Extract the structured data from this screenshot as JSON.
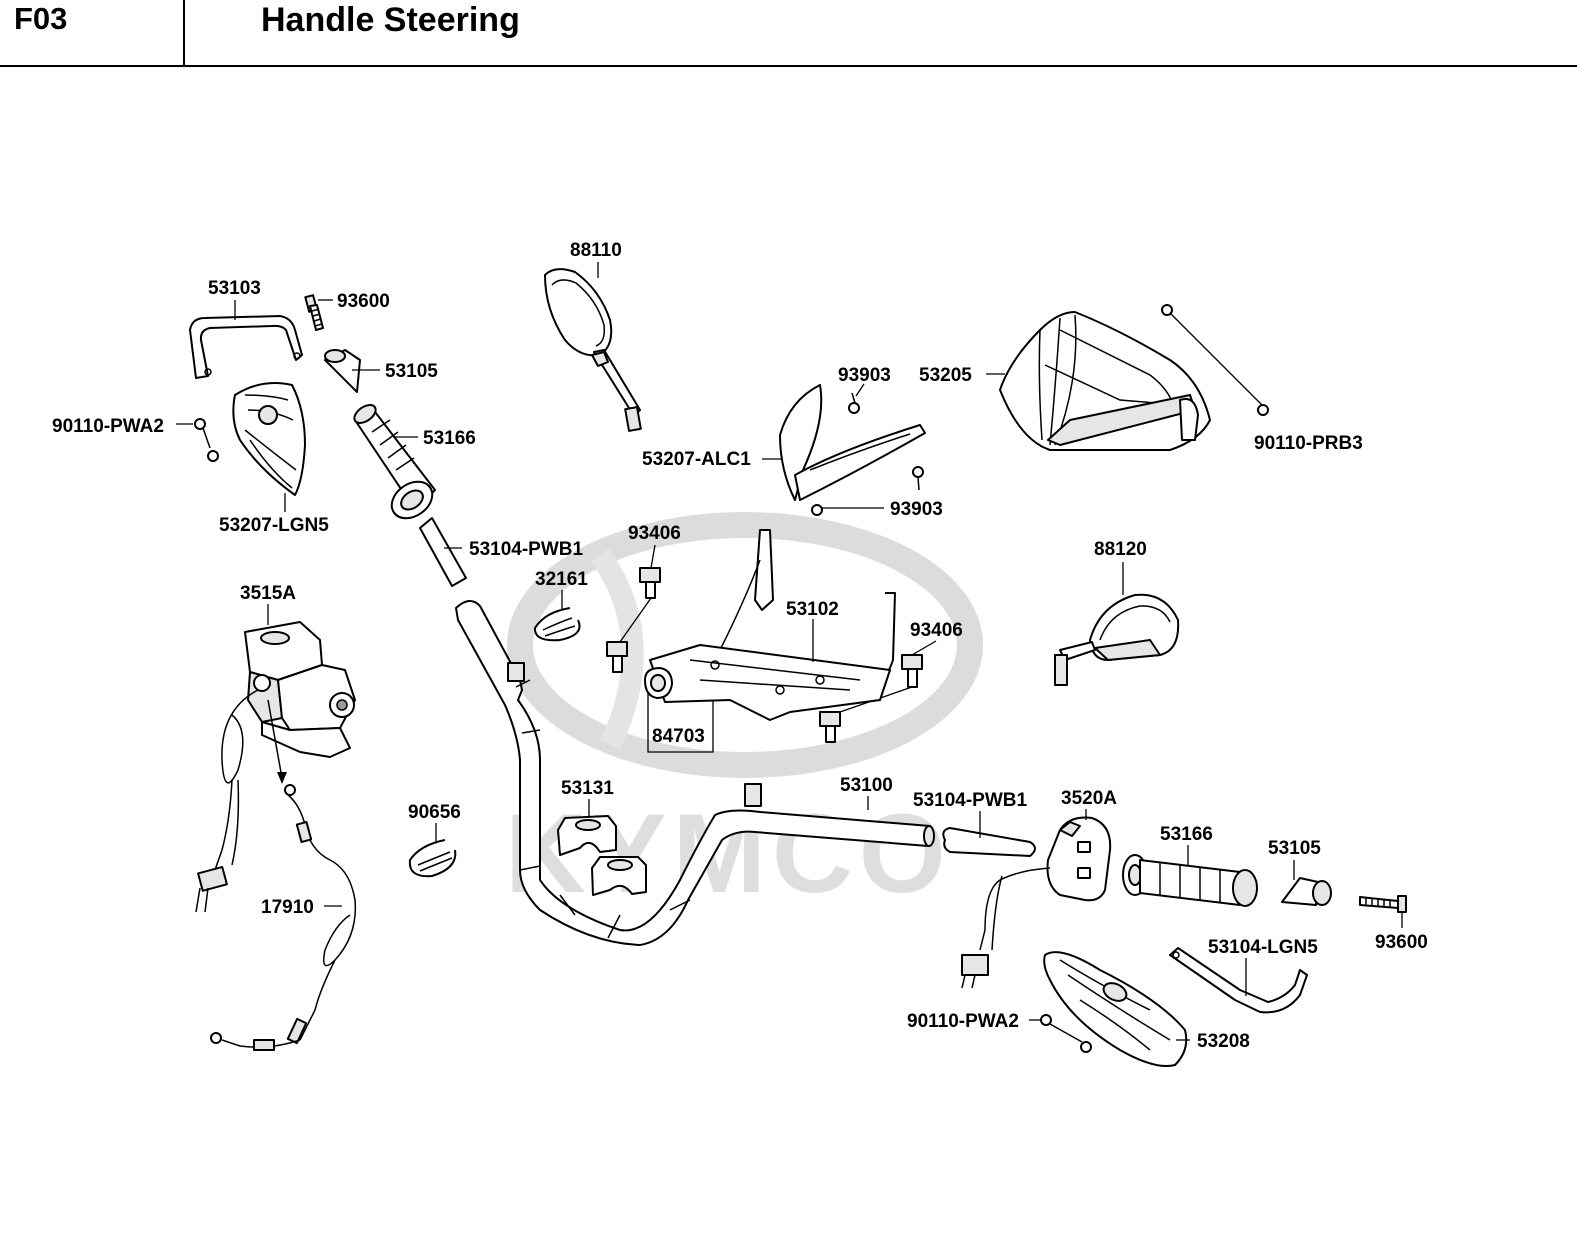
{
  "header": {
    "code": "F03",
    "title": "Handle Steering"
  },
  "watermark": {
    "text": "KYMCO"
  },
  "labels": {
    "p53103": "53103",
    "p93600_l": "93600",
    "p53105_l": "53105",
    "p90110_pwa2_l": "90110-PWA2",
    "p53166_l": "53166",
    "p53207_lgn5": "53207-LGN5",
    "p88110": "88110",
    "p93903_a": "93903",
    "p53205": "53205",
    "p90110_prb3": "90110-PRB3",
    "p53207_alc1": "53207-ALC1",
    "p93903_b": "93903",
    "p53104_pwb1_l": "53104-PWB1",
    "p93406_a": "93406",
    "p32161": "32161",
    "p3515a": "3515A",
    "p53102": "53102",
    "p93406_b": "93406",
    "p88120": "88120",
    "p84703": "84703",
    "p53131": "53131",
    "p53100": "53100",
    "p53104_pwb1_r": "53104-PWB1",
    "p3520a": "3520A",
    "p90656": "90656",
    "p53166_r": "53166",
    "p53105_r": "53105",
    "p17910": "17910",
    "p93600_r": "93600",
    "p53104_lgn5": "53104-LGN5",
    "p90110_pwa2_r": "90110-PWA2",
    "p53208": "53208"
  }
}
